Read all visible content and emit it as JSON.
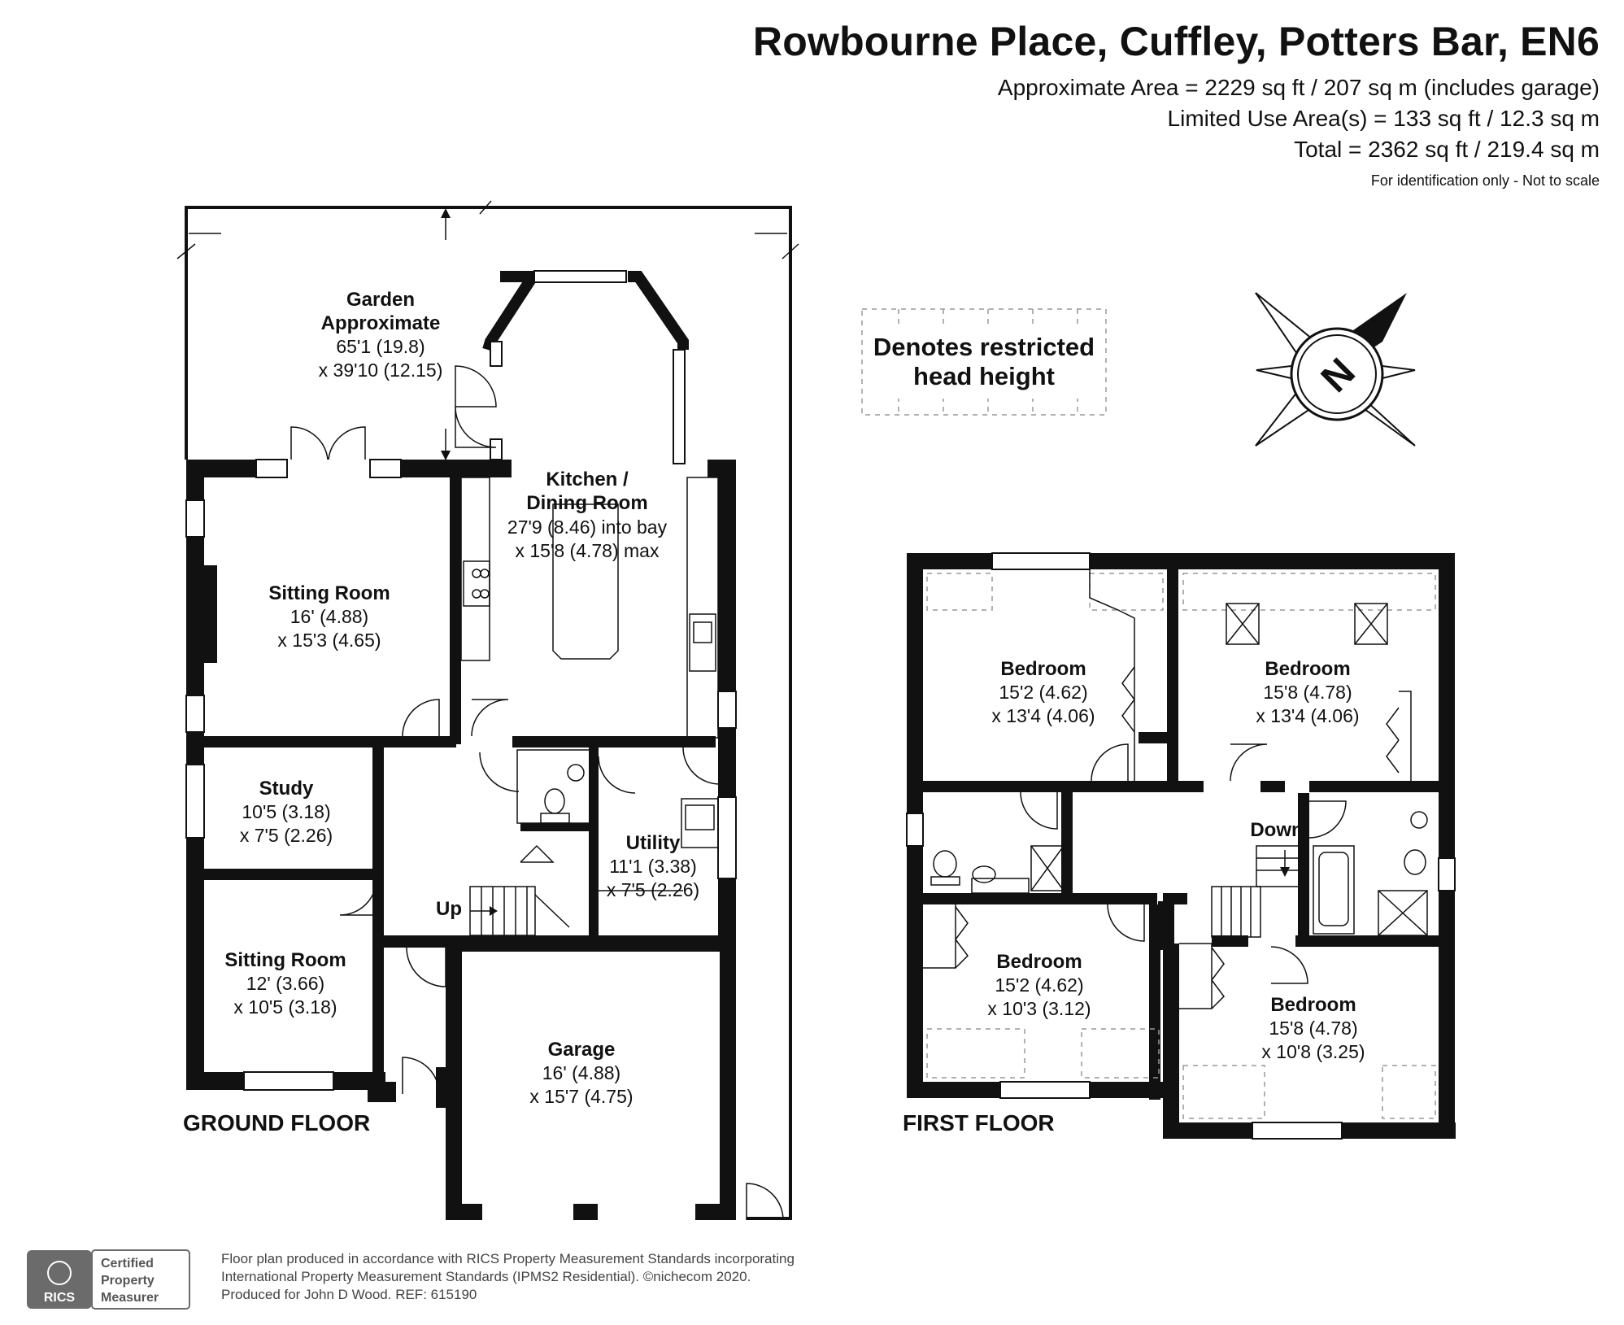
{
  "header": {
    "title": "Rowbourne Place, Cuffley, Potters Bar, EN6",
    "approximate_area": "Approximate Area = 2229 sq ft / 207 sq m (includes garage)",
    "limited_use_area": "Limited Use Area(s) = 133 sq ft / 12.3 sq m",
    "total": "Total = 2362 sq ft / 219.4 sq m",
    "note": "For identification only - Not to scale"
  },
  "legend": {
    "line1": "Denotes restricted",
    "line2": "head height"
  },
  "compass": {
    "letter": "N"
  },
  "ground_floor": {
    "label": "GROUND FLOOR",
    "garden": {
      "name1": "Garden",
      "name2": "Approximate",
      "dim1": "65'1 (19.8)",
      "dim2": "x 39'10 (12.15)"
    },
    "kitchen": {
      "name1": "Kitchen /",
      "name2": "Dining Room",
      "dim1": "27'9 (8.46) into bay",
      "dim2": "x 15'8 (4.78) max"
    },
    "sitting_room": {
      "name": "Sitting Room",
      "dim1": "16' (4.88)",
      "dim2": "x 15'3 (4.65)"
    },
    "study": {
      "name": "Study",
      "dim1": "10'5 (3.18)",
      "dim2": "x 7'5 (2.26)"
    },
    "utility": {
      "name": "Utility",
      "dim1": "11'1 (3.38)",
      "dim2": "x 7'5 (2.26)"
    },
    "sitting_room_2": {
      "name": "Sitting Room",
      "dim1": "12' (3.66)",
      "dim2": "x 10'5 (3.18)"
    },
    "garage": {
      "name": "Garage",
      "dim1": "16' (4.88)",
      "dim2": "x 15'7 (4.75)"
    },
    "stairs_label": "Up"
  },
  "first_floor": {
    "label": "FIRST FLOOR",
    "bedroom_1": {
      "name": "Bedroom",
      "dim1": "15'2 (4.62)",
      "dim2": "x 13'4 (4.06)"
    },
    "bedroom_2": {
      "name": "Bedroom",
      "dim1": "15'8 (4.78)",
      "dim2": "x 13'4 (4.06)"
    },
    "bedroom_3": {
      "name": "Bedroom",
      "dim1": "15'2 (4.62)",
      "dim2": "x 10'3 (3.12)"
    },
    "bedroom_4": {
      "name": "Bedroom",
      "dim1": "15'8 (4.78)",
      "dim2": "x 10'8 (3.25)"
    },
    "stairs_label": "Down"
  },
  "footer": {
    "badge_line1": "Certified",
    "badge_line2": "Property",
    "badge_line3": "Measurer",
    "rics": "RICS",
    "line1": "Floor plan produced in accordance with RICS Property Measurement Standards incorporating",
    "line2": "International Property Measurement Standards (IPMS2 Residential).   ©nichecom 2020.",
    "line3": "Produced for John D Wood.   REF:  615190"
  }
}
